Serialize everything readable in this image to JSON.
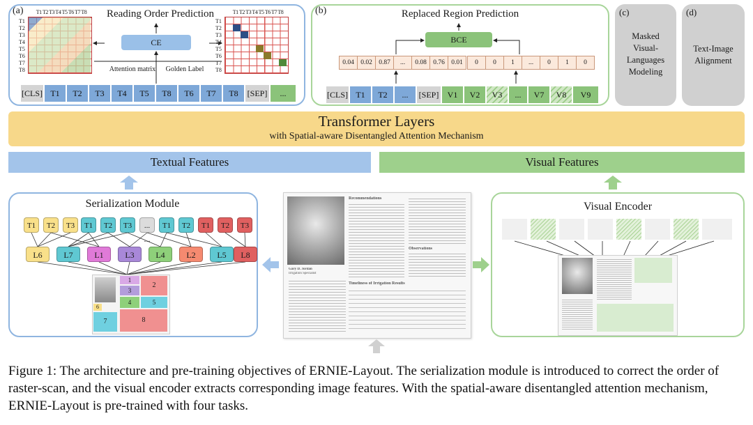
{
  "panel_a": {
    "label": "(a)",
    "title": "Reading Order Prediction",
    "loss": "CE",
    "matrix_left_label": "Attention matrix",
    "matrix_right_label": "Golden Label",
    "matrix_cols": "T1 T2 T3 T4 T5 T6 T7 T8",
    "matrix_rows": [
      "T1",
      "T2",
      "T3",
      "T4",
      "T5",
      "T6",
      "T7",
      "T8"
    ],
    "tokens": [
      "[CLS]",
      "T1",
      "T2",
      "T3",
      "T4",
      "T5",
      "T8",
      "T6",
      "T7",
      "T8",
      "...",
      "[SEP]",
      "..."
    ]
  },
  "panel_b": {
    "label": "(b)",
    "title": "Replaced Region Prediction",
    "loss": "BCE",
    "probs": [
      "0.04",
      "0.02",
      "0.87",
      "...",
      "0.08",
      "0.76",
      "0.01"
    ],
    "labels": [
      "0",
      "0",
      "1",
      "...",
      "0",
      "1",
      "0"
    ],
    "tokens": [
      "[CLS]",
      "T1",
      "T2",
      "...",
      "[SEP]",
      "V1",
      "V2",
      "V3",
      "...",
      "V7",
      "V8",
      "V9"
    ]
  },
  "panel_c": {
    "label": "(c)",
    "text": "Masked Visual-Languages Modeling"
  },
  "panel_d": {
    "label": "(d)",
    "text": "Text-Image Alignment"
  },
  "transformer": {
    "title": "Transformer Layers",
    "subtitle": "with Spatial-aware Disentangled Attention Mechanism"
  },
  "textual_features": "Textual Features",
  "visual_features": "Visual Features",
  "serialization": {
    "title": "Serialization Module",
    "t_nodes": [
      "T1",
      "T2",
      "T3",
      "T1",
      "T2",
      "T3",
      "...",
      "T1",
      "T2",
      "T1",
      "T2",
      "T3"
    ],
    "dots": "...",
    "l_nodes": [
      "L6",
      "L7",
      "L1",
      "L3",
      "L4",
      "L2",
      "L5",
      "L8"
    ],
    "regions": [
      "1",
      "2",
      "3",
      "4",
      "5",
      "6",
      "7",
      "8"
    ]
  },
  "visual_encoder": {
    "title": "Visual Encoder"
  },
  "document": {
    "heading1": "Recommendations",
    "heading2": "Observations",
    "heading3": "Timeliness of Irrigation Results",
    "caption_name": "Gary D. Jordan",
    "caption_role": "Irrigation Specialist"
  },
  "caption": "Figure 1: The architecture and pre-training objectives of ERNIE-Layout. The serialization module is introduced to correct the order of raster-scan, and the visual encoder extracts corresponding image features. With the spatial-aware disentangled attention mechanism, ERNIE-Layout is pre-trained with four tasks.",
  "colors": {
    "blue": "#7ea8d8",
    "green": "#8bc37a",
    "orange_band": "#f7d88a",
    "panel_blue_border": "#8fb5e0",
    "panel_green_border": "#a8d59a"
  }
}
